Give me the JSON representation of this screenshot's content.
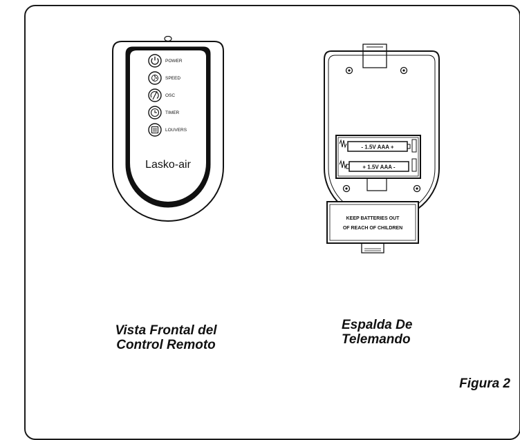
{
  "front_remote": {
    "buttons": [
      {
        "label": "POWER",
        "icon": "power-icon"
      },
      {
        "label": "SPEED",
        "icon": "fan-icon"
      },
      {
        "label": "OSC",
        "icon": "oscillate-icon"
      },
      {
        "label": "TIMER",
        "icon": "clock-icon"
      },
      {
        "label": "LOUVERS",
        "icon": "louvers-icon"
      }
    ],
    "brand": "Lasko-air"
  },
  "back_remote": {
    "battery_top": "- 1.5V AAA +",
    "battery_bottom": "+ 1.5V AAA -",
    "warning_line1": "KEEP BATTERIES OUT",
    "warning_line2": "OF REACH OF CHILDREN"
  },
  "captions": {
    "front_line1": "Vista Frontal del",
    "front_line2": "Control Remoto",
    "back_line1": "Espalda De",
    "back_line2": "Telemando"
  },
  "figure_label": "Figura 2"
}
